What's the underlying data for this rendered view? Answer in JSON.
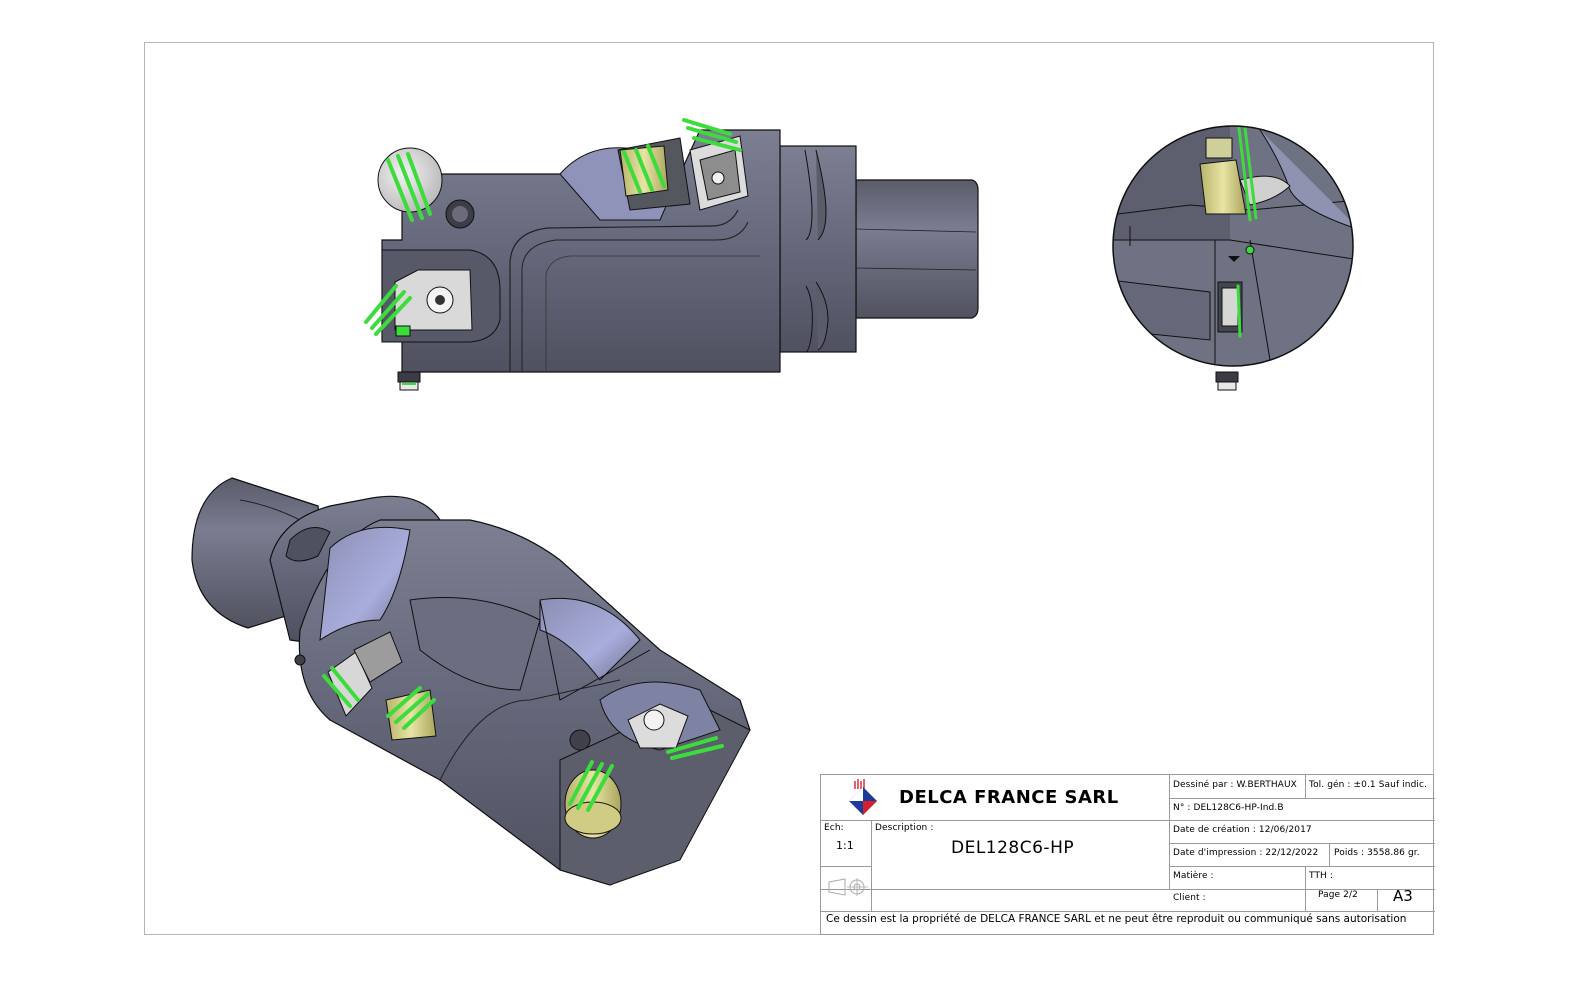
{
  "title_block": {
    "company": "DELCA FRANCE SARL",
    "drawn_by": "Dessiné par : W.BERTHAUX",
    "tolerance": "Tol. gén : ±0.1  Sauf indic.",
    "number": "N° : DEL128C6-HP-Ind.B",
    "scale_label": "Ech:",
    "scale_value": "1:1",
    "description_label": "Description :",
    "description_value": "DEL128C6-HP",
    "created": "Date de création : 12/06/2017",
    "printed": "Date d'impression : 22/12/2022",
    "weight": "Poids : 3558.86 gr.",
    "material": "Matière :",
    "tth": "TTH :",
    "client": "Client :",
    "page": "Page 2/2",
    "format": "A3",
    "footer": "Ce dessin est la propriété de DELCA FRANCE SARL et ne peut être reproduit ou communiqué sans autorisation"
  },
  "colors": {
    "body_dark": "#5c5e6b",
    "body_mid": "#6d7080",
    "body_light": "#9fa3c4",
    "highlight": "#b9bce8",
    "insert_green": "#3ddc3d",
    "insert_yellow": "#d8d58e",
    "logo_red": "#d6202c",
    "logo_blue": "#1f3b9a"
  },
  "icons": {
    "logo": "delca-diamond-logo-icon",
    "projection": "first-angle-projection-icon"
  }
}
